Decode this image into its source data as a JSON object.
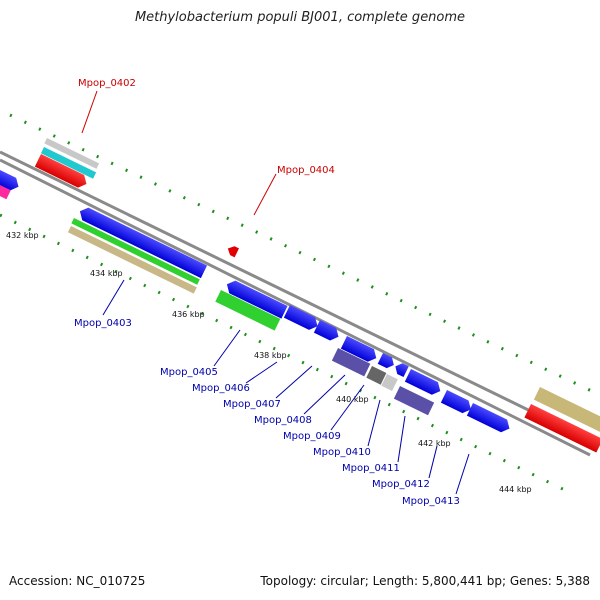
{
  "title": "Methylobacterium populi BJ001, complete genome",
  "footer": {
    "accession": "Accession: NC_010725",
    "topology": "Topology: circular; Length: 5,800,441 bp; Genes: 5,388"
  },
  "colors": {
    "backbone": "#8a8a8a",
    "tick": "#1f8f1f",
    "label_red": "#cc0000",
    "label_blue": "#0000aa"
  },
  "kbp_labels": [
    "432 kbp",
    "434 kbp",
    "436 kbp",
    "438 kbp",
    "440 kbp",
    "442 kbp",
    "444 kbp"
  ],
  "gene_labels": [
    {
      "text": "Mpop_0402",
      "color": "red"
    },
    {
      "text": "Mpop_0404",
      "color": "red"
    },
    {
      "text": "Mpop_0403",
      "color": "blue"
    },
    {
      "text": "Mpop_0405",
      "color": "blue"
    },
    {
      "text": "Mpop_0406",
      "color": "blue"
    },
    {
      "text": "Mpop_0407",
      "color": "blue"
    },
    {
      "text": "Mpop_0408",
      "color": "blue"
    },
    {
      "text": "Mpop_0409",
      "color": "blue"
    },
    {
      "text": "Mpop_0410",
      "color": "blue"
    },
    {
      "text": "Mpop_0411",
      "color": "blue"
    },
    {
      "text": "Mpop_0412",
      "color": "blue"
    },
    {
      "text": "Mpop_0413",
      "color": "blue"
    }
  ]
}
